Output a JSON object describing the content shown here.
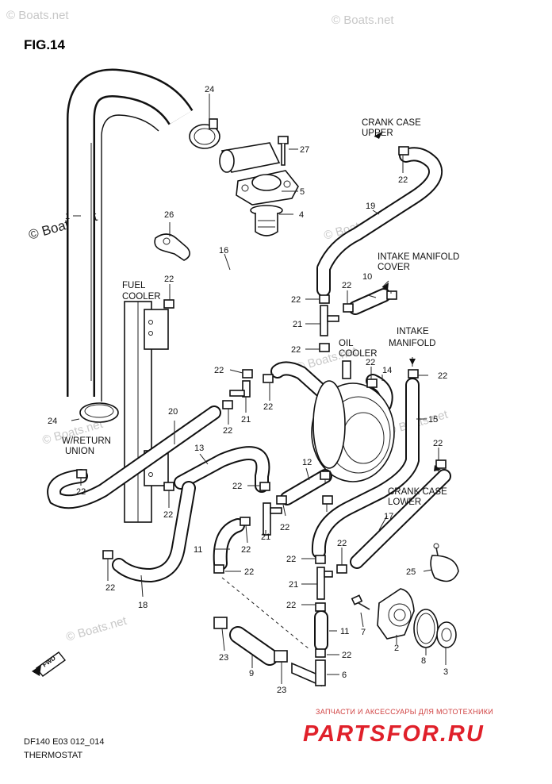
{
  "figure": {
    "title": "FIG.14",
    "model_code": "DF140 E03 012_014",
    "section_name": "THERMOSTAT"
  },
  "watermarks": {
    "top_left": "© Boats.net",
    "top_right": "© Boats.net",
    "left_mid": "© Boats.net",
    "center_a": "© Boats.net",
    "center_b": "© Boats.net",
    "center_c": "© Boats.net",
    "bottom_left": "© Boats.net"
  },
  "captions": {
    "crank_case_upper_1": "CRANK CASE",
    "crank_case_upper_2": "UPPER",
    "intake_manifold_cover_1": "INTAKE MANIFOLD",
    "intake_manifold_cover_2": "COVER",
    "intake_manifold_1": "INTAKE",
    "intake_manifold_2": "MANIFOLD",
    "fuel_cooler_1": "FUEL",
    "fuel_cooler_2": "COOLER",
    "oil_cooler_1": "OIL",
    "oil_cooler_2": "COOLER",
    "wreturn_union_1": "W/RETURN",
    "wreturn_union_2": "UNION",
    "crank_case_lower_1": "CRANK CASE",
    "crank_case_lower_2": "LOWER",
    "fwd": "FWD"
  },
  "part_numbers": {
    "n1": "1",
    "n2": "2",
    "n3": "3",
    "n4": "4",
    "n5": "5",
    "n6": "6",
    "n7": "7",
    "n8": "8",
    "n9": "9",
    "n10": "10",
    "n11a": "11",
    "n11b": "11",
    "n12": "12",
    "n13": "13",
    "n14": "14",
    "n15": "15",
    "n16": "16",
    "n17": "17",
    "n18": "18",
    "n19": "19",
    "n20": "20",
    "n21a": "21",
    "n21b": "21",
    "n21c": "21",
    "n21d": "21",
    "n22a": "22",
    "n22b": "22",
    "n22c": "22",
    "n22d": "22",
    "n22e": "22",
    "n22f": "22",
    "n22g": "22",
    "n22h": "22",
    "n22i": "22",
    "n22j": "22",
    "n22k": "22",
    "n22l": "22",
    "n22m": "22",
    "n22n": "22",
    "n22o": "22",
    "n22p": "22",
    "n22q": "22",
    "n22r": "22",
    "n22s": "22",
    "n22t": "22",
    "n22u": "22",
    "n22v": "22",
    "n23a": "23",
    "n23b": "23",
    "n24a": "24",
    "n24b": "24",
    "n25": "25",
    "n26": "26",
    "n27": "27"
  },
  "branding": {
    "tagline": "ЗАПЧАСТИ И АКСЕССУАРЫ ДЛЯ МОТОТЕХНИКИ",
    "site": "PARTSFOR.RU",
    "accent_color": "#e0202a"
  }
}
